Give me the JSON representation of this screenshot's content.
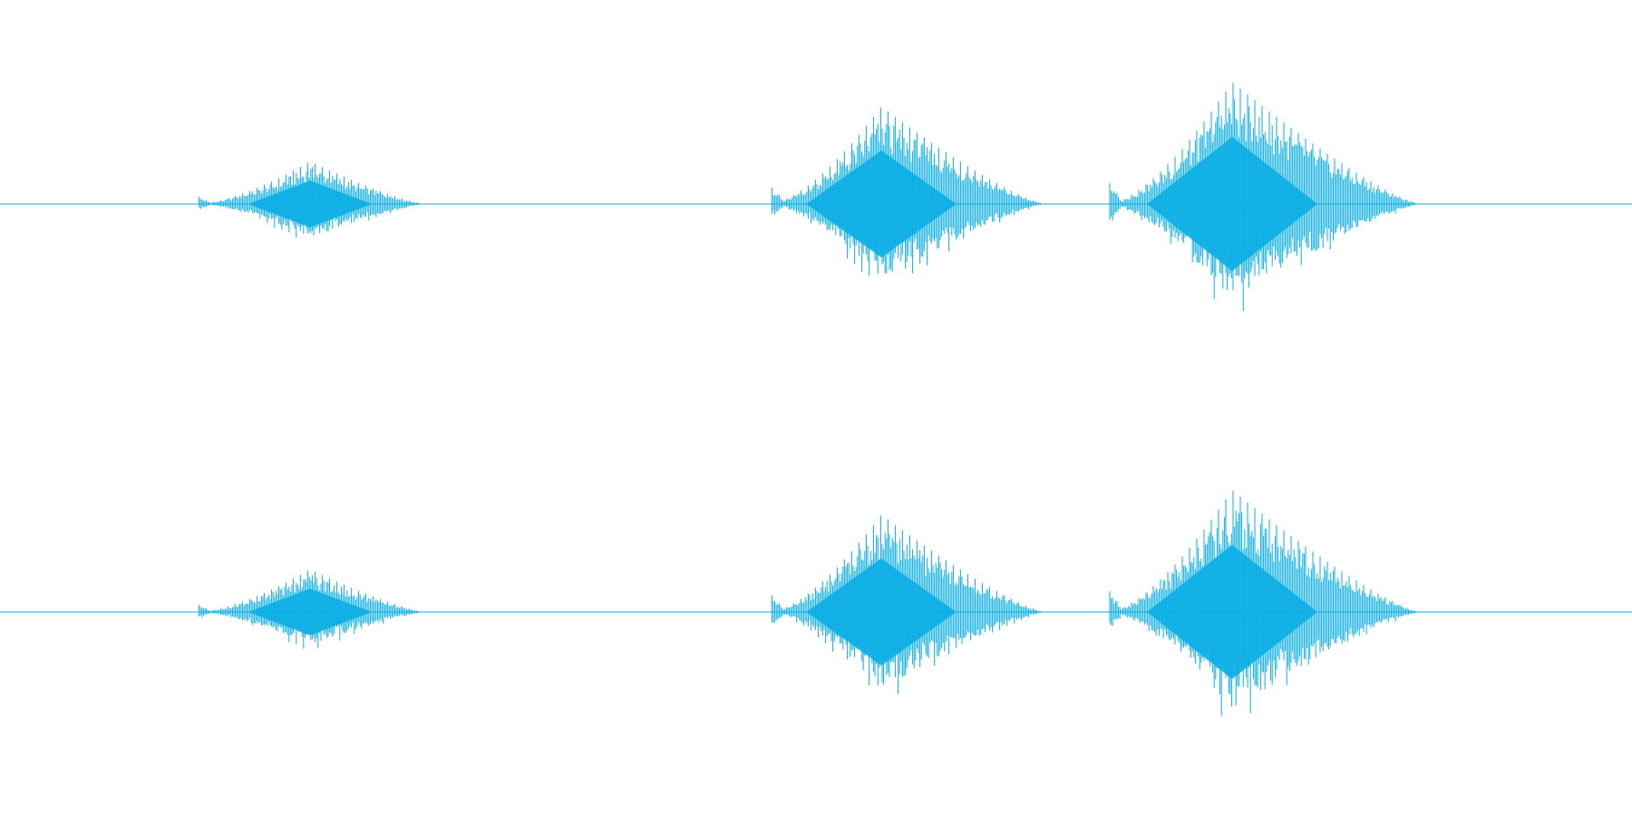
{
  "waveform": {
    "color": "#0aaee4",
    "background": "#ffffff",
    "channel_count": 2,
    "channels": [
      {
        "label": "",
        "bursts": [
          {
            "start": 0.122,
            "peak": 0.19,
            "end": 0.26,
            "amplitude": 0.24
          },
          {
            "start": 0.473,
            "peak": 0.54,
            "end": 0.64,
            "amplitude": 0.55
          },
          {
            "start": 0.68,
            "peak": 0.755,
            "end": 0.87,
            "amplitude": 0.69
          }
        ]
      },
      {
        "label": "",
        "bursts": [
          {
            "start": 0.122,
            "peak": 0.19,
            "end": 0.26,
            "amplitude": 0.24
          },
          {
            "start": 0.473,
            "peak": 0.54,
            "end": 0.64,
            "amplitude": 0.55
          },
          {
            "start": 0.68,
            "peak": 0.755,
            "end": 0.87,
            "amplitude": 0.69
          }
        ]
      }
    ]
  }
}
